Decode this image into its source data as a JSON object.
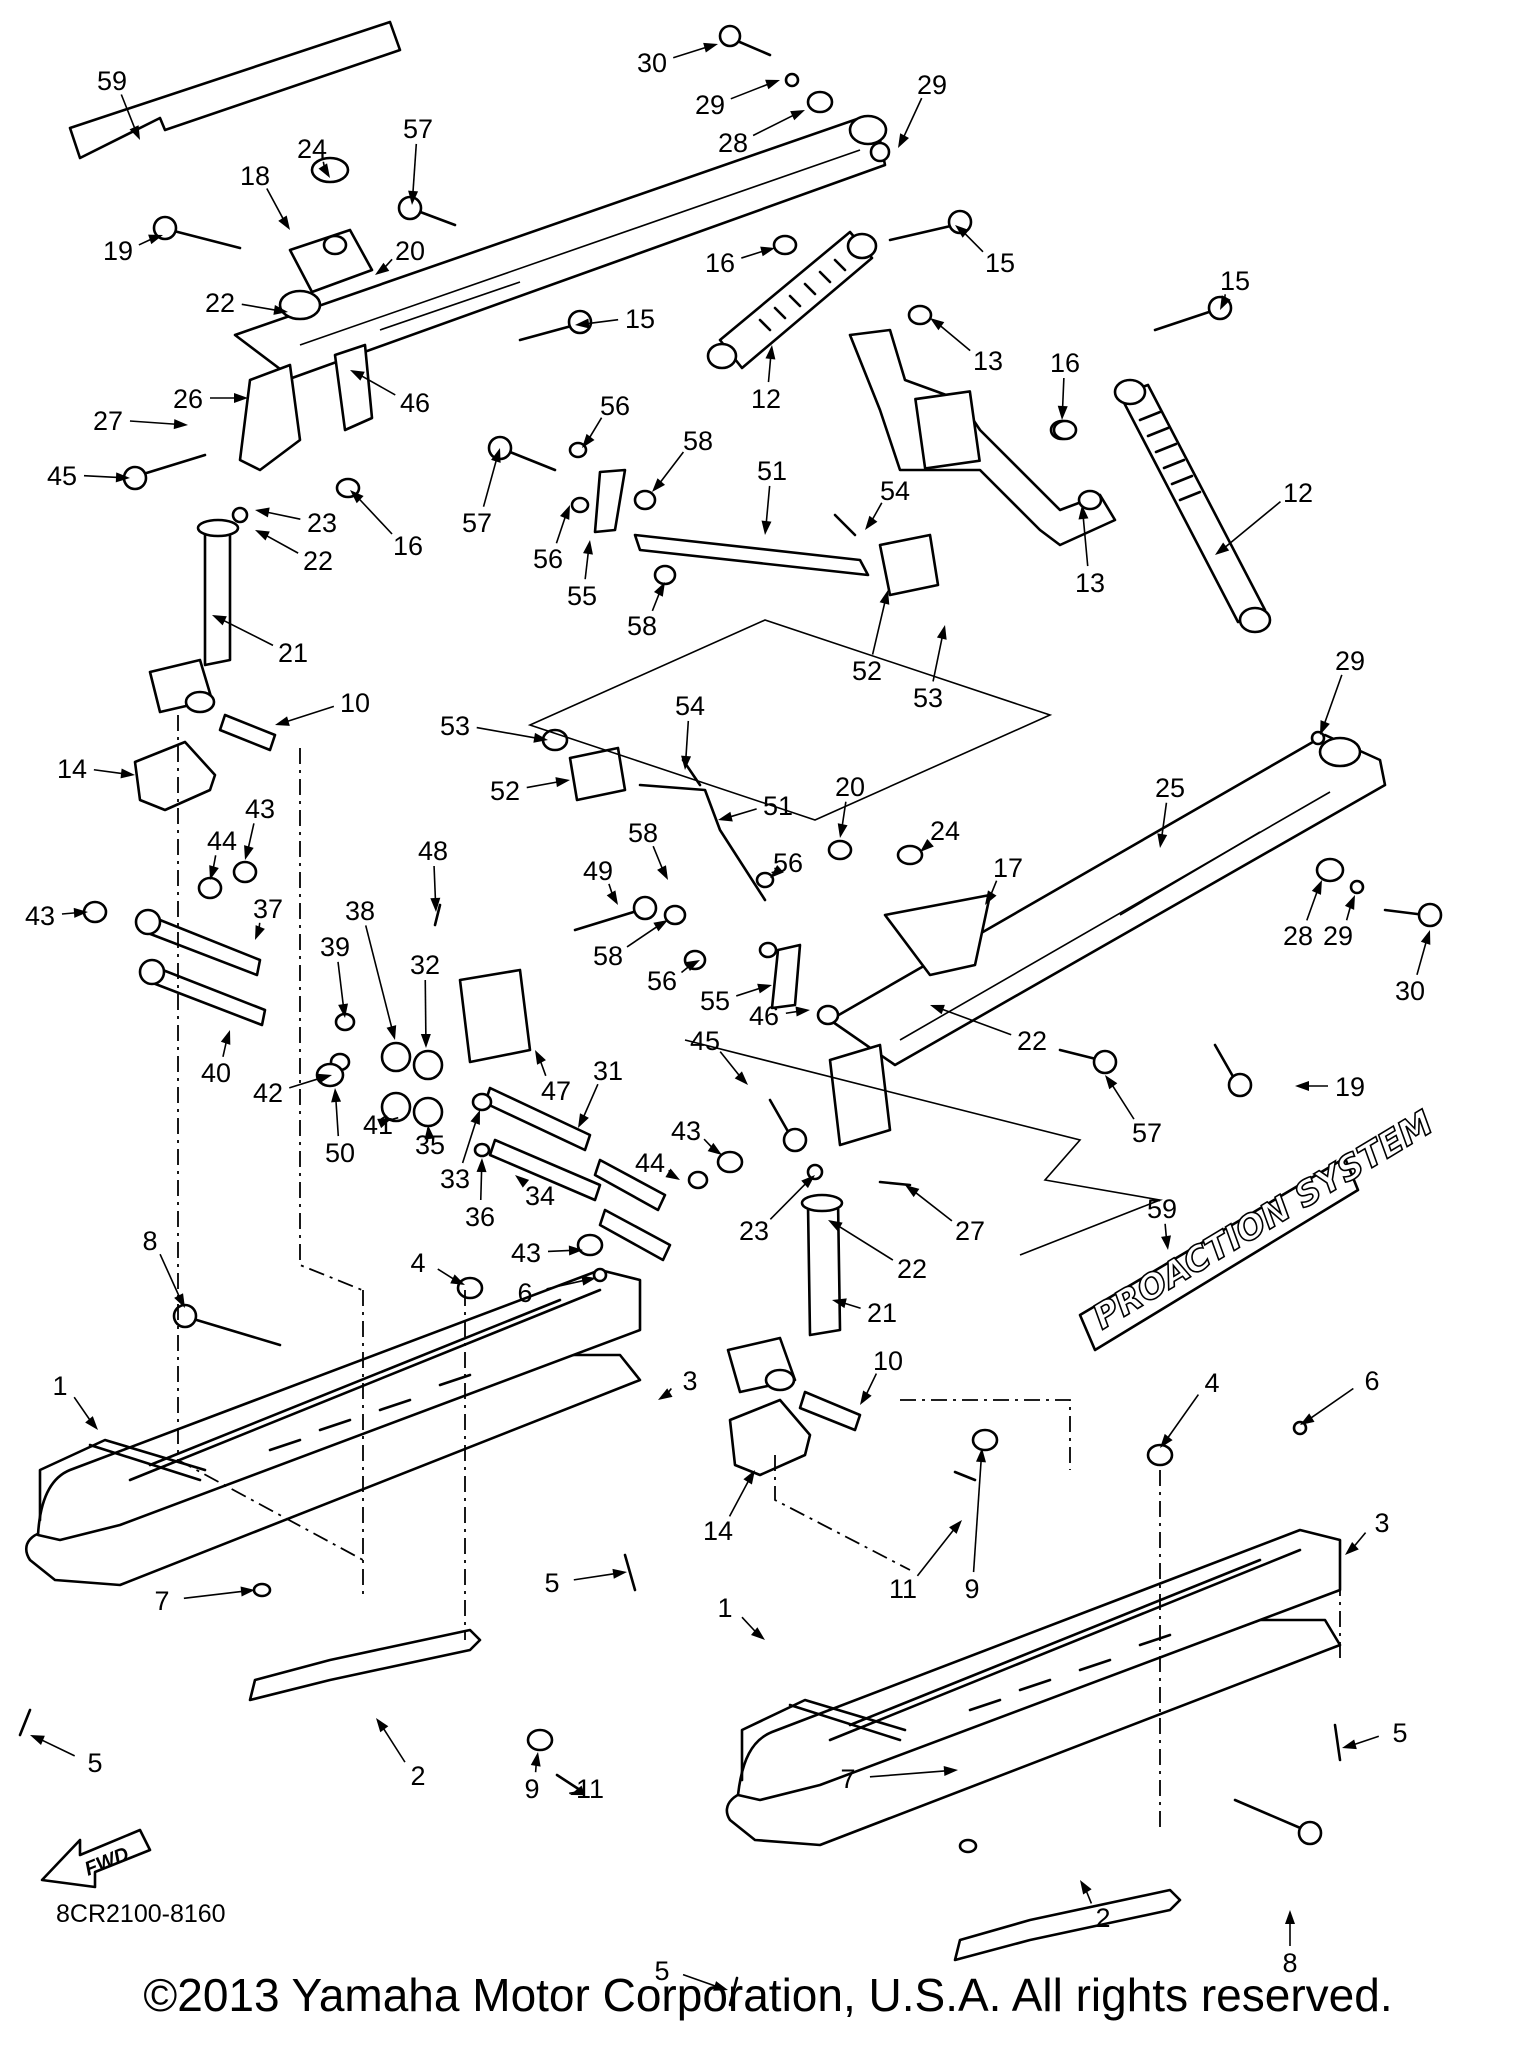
{
  "diagram_code": "8CR2100-8160",
  "copyright": "©2013 Yamaha Motor Corporation, U.S.A. All rights reserved.",
  "brand_decal": "PROACTION SYSTEM",
  "direction_arrow": "FWD",
  "callouts": [
    {
      "id": "c59a",
      "n": "59"
    },
    {
      "id": "c30a",
      "n": "30"
    },
    {
      "id": "c29a",
      "n": "29"
    },
    {
      "id": "c28a",
      "n": "28"
    },
    {
      "id": "c29b",
      "n": "29"
    },
    {
      "id": "c57a",
      "n": "57"
    },
    {
      "id": "c24a",
      "n": "24"
    },
    {
      "id": "c18a",
      "n": "18"
    },
    {
      "id": "c19a",
      "n": "19"
    },
    {
      "id": "c20a",
      "n": "20"
    },
    {
      "id": "c22a",
      "n": "22"
    },
    {
      "id": "c16a",
      "n": "16"
    },
    {
      "id": "c15a",
      "n": "15"
    },
    {
      "id": "c15b",
      "n": "15"
    },
    {
      "id": "c15c",
      "n": "15"
    },
    {
      "id": "c13a",
      "n": "13"
    },
    {
      "id": "c12a",
      "n": "12"
    },
    {
      "id": "c26a",
      "n": "26"
    },
    {
      "id": "c46a",
      "n": "46"
    },
    {
      "id": "c27a",
      "n": "27"
    },
    {
      "id": "c56a",
      "n": "56"
    },
    {
      "id": "c58a",
      "n": "58"
    },
    {
      "id": "c51a",
      "n": "51"
    },
    {
      "id": "c16b",
      "n": "16"
    },
    {
      "id": "c45a",
      "n": "45"
    },
    {
      "id": "c23a",
      "n": "23"
    },
    {
      "id": "c16c",
      "n": "16"
    },
    {
      "id": "c57b",
      "n": "57"
    },
    {
      "id": "c56b",
      "n": "56"
    },
    {
      "id": "c54a",
      "n": "54"
    },
    {
      "id": "c12b",
      "n": "12"
    },
    {
      "id": "c22b",
      "n": "22"
    },
    {
      "id": "c55a",
      "n": "55"
    },
    {
      "id": "c13b",
      "n": "13"
    },
    {
      "id": "c58b",
      "n": "58"
    },
    {
      "id": "c21a",
      "n": "21"
    },
    {
      "id": "c52a",
      "n": "52"
    },
    {
      "id": "c53a",
      "n": "53"
    },
    {
      "id": "c29c",
      "n": "29"
    },
    {
      "id": "c10a",
      "n": "10"
    },
    {
      "id": "c53b",
      "n": "53"
    },
    {
      "id": "c54b",
      "n": "54"
    },
    {
      "id": "c14a",
      "n": "14"
    },
    {
      "id": "c52b",
      "n": "52"
    },
    {
      "id": "c51b",
      "n": "51"
    },
    {
      "id": "c25a",
      "n": "25"
    },
    {
      "id": "c43a",
      "n": "43"
    },
    {
      "id": "c20b",
      "n": "20"
    },
    {
      "id": "c24b",
      "n": "24"
    },
    {
      "id": "c44a",
      "n": "44"
    },
    {
      "id": "c58c",
      "n": "58"
    },
    {
      "id": "c56c",
      "n": "56"
    },
    {
      "id": "c17a",
      "n": "17"
    },
    {
      "id": "c43b",
      "n": "43"
    },
    {
      "id": "c37a",
      "n": "37"
    },
    {
      "id": "c48a",
      "n": "48"
    },
    {
      "id": "c49a",
      "n": "49"
    },
    {
      "id": "c28b",
      "n": "28"
    },
    {
      "id": "c29d",
      "n": "29"
    },
    {
      "id": "c30b",
      "n": "30"
    },
    {
      "id": "c38a",
      "n": "38"
    },
    {
      "id": "c39a",
      "n": "39"
    },
    {
      "id": "c32a",
      "n": "32"
    },
    {
      "id": "c58d",
      "n": "58"
    },
    {
      "id": "c56d",
      "n": "56"
    },
    {
      "id": "c55b",
      "n": "55"
    },
    {
      "id": "c46b",
      "n": "46"
    },
    {
      "id": "c40a",
      "n": "40"
    },
    {
      "id": "c42a",
      "n": "42"
    },
    {
      "id": "c47a",
      "n": "47"
    },
    {
      "id": "c45b",
      "n": "45"
    },
    {
      "id": "c22c",
      "n": "22"
    },
    {
      "id": "c19b",
      "n": "19"
    },
    {
      "id": "c50a",
      "n": "50"
    },
    {
      "id": "c41a",
      "n": "41"
    },
    {
      "id": "c35a",
      "n": "35"
    },
    {
      "id": "c31a",
      "n": "31"
    },
    {
      "id": "c57c",
      "n": "57"
    },
    {
      "id": "c43c",
      "n": "43"
    },
    {
      "id": "c33a",
      "n": "33"
    },
    {
      "id": "c44b",
      "n": "44"
    },
    {
      "id": "c36a",
      "n": "36"
    },
    {
      "id": "c34a",
      "n": "34"
    },
    {
      "id": "c23b",
      "n": "23"
    },
    {
      "id": "c27b",
      "n": "27"
    },
    {
      "id": "c59b",
      "n": "59"
    },
    {
      "id": "c43d",
      "n": "43"
    },
    {
      "id": "c22d",
      "n": "22"
    },
    {
      "id": "c8a",
      "n": "8"
    },
    {
      "id": "c4a",
      "n": "4"
    },
    {
      "id": "c6a",
      "n": "6"
    },
    {
      "id": "c21b",
      "n": "21"
    },
    {
      "id": "c1a",
      "n": "1"
    },
    {
      "id": "c3a",
      "n": "3"
    },
    {
      "id": "c10b",
      "n": "10"
    },
    {
      "id": "c4b",
      "n": "4"
    },
    {
      "id": "c6b",
      "n": "6"
    },
    {
      "id": "c14b",
      "n": "14"
    },
    {
      "id": "c3b",
      "n": "3"
    },
    {
      "id": "c7a",
      "n": "7"
    },
    {
      "id": "c5a",
      "n": "5"
    },
    {
      "id": "c11a",
      "n": "11"
    },
    {
      "id": "c9a",
      "n": "9"
    },
    {
      "id": "c1b",
      "n": "1"
    },
    {
      "id": "c5b",
      "n": "5"
    },
    {
      "id": "c2a",
      "n": "2"
    },
    {
      "id": "c9b",
      "n": "9"
    },
    {
      "id": "c11b",
      "n": "11"
    },
    {
      "id": "c7b",
      "n": "7"
    },
    {
      "id": "c5c",
      "n": "5"
    },
    {
      "id": "c5d",
      "n": "5"
    },
    {
      "id": "c2b",
      "n": "2"
    },
    {
      "id": "c8b",
      "n": "8"
    }
  ]
}
